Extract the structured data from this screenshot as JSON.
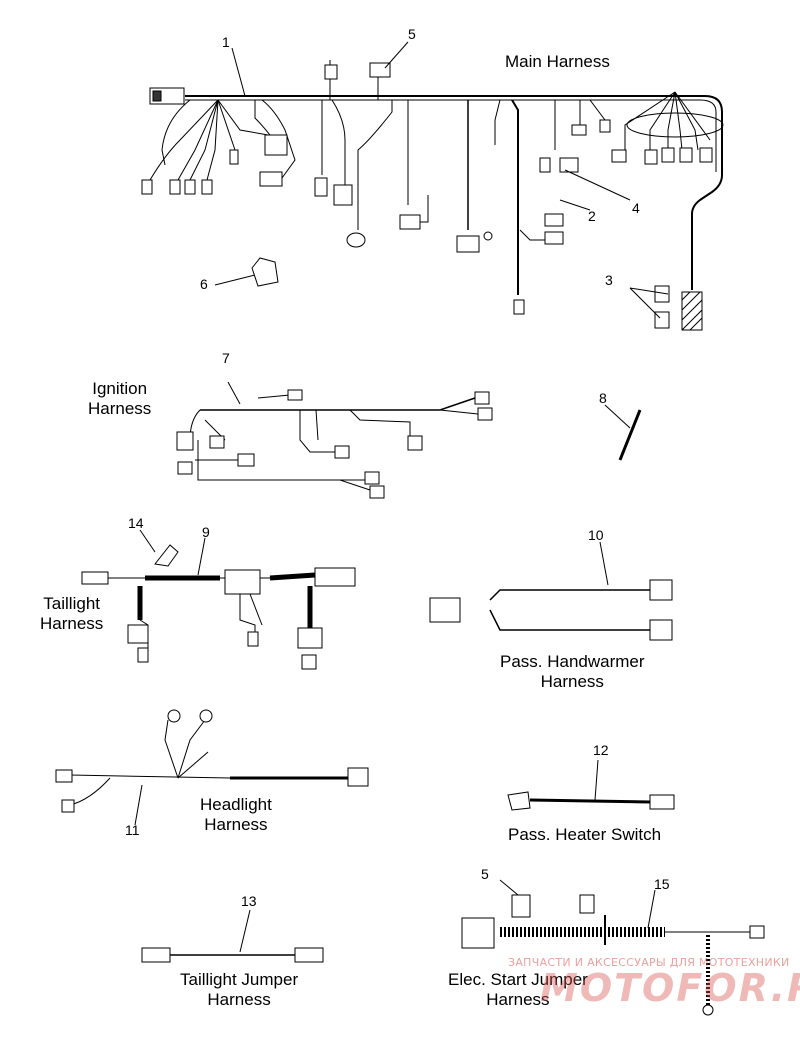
{
  "labels": {
    "main": "Main Harness",
    "ignition": "Ignition\nHarness",
    "taillight": "Taillight\nHarness",
    "handwarmer": "Pass. Handwarmer\nHarness",
    "headlight": "Headlight\nHarness",
    "heater_switch": "Pass. Heater Switch",
    "taillight_jumper": "Taillight Jumper\nHarness",
    "elec_start": "Elec. Start Jumper\nHarness"
  },
  "callouts": {
    "n1": "1",
    "n2": "2",
    "n3": "3",
    "n4": "4",
    "n5": "5",
    "n5b": "5",
    "n6": "6",
    "n7": "7",
    "n8": "8",
    "n9": "9",
    "n10": "10",
    "n11": "11",
    "n12": "12",
    "n13": "13",
    "n14": "14",
    "n15": "15"
  },
  "watermark": {
    "tagline": "ЗАПЧАСТИ И АКСЕССУАРЫ ДЛЯ МОТОТЕХНИКИ",
    "brand": "MOTOFOR.RU",
    "color": "#d9534f"
  }
}
